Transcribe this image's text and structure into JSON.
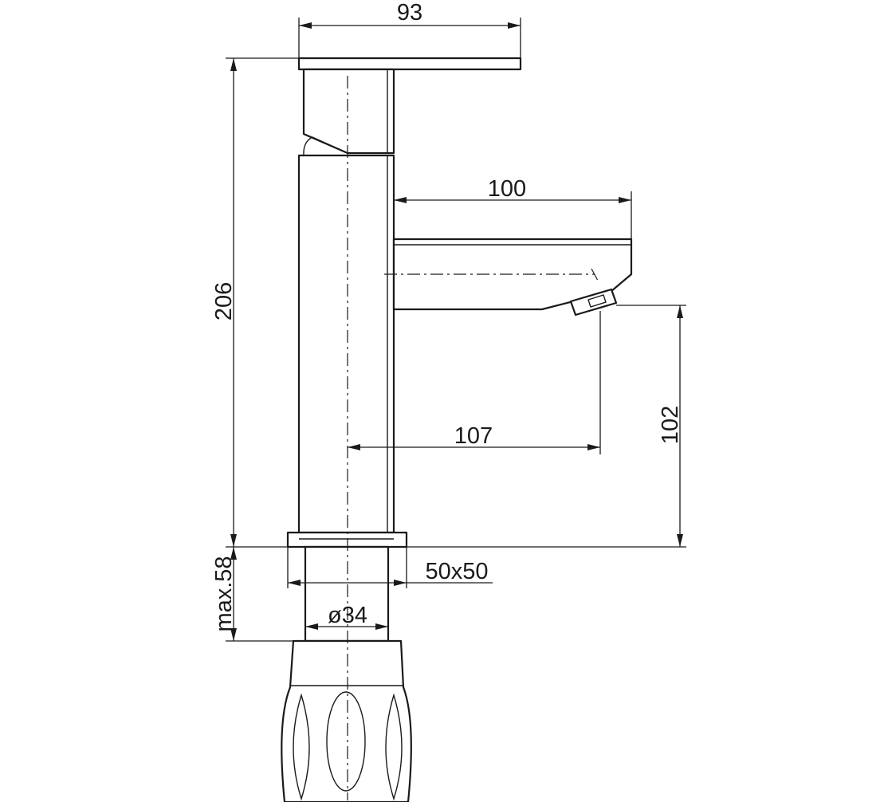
{
  "dimensions": {
    "handle_length": "93",
    "total_height": "206",
    "spout_length": "100",
    "spout_reach": "107",
    "spout_height": "102",
    "base_size": "50x50",
    "shank_diameter": "ø34",
    "max_mounting": "max.58"
  }
}
